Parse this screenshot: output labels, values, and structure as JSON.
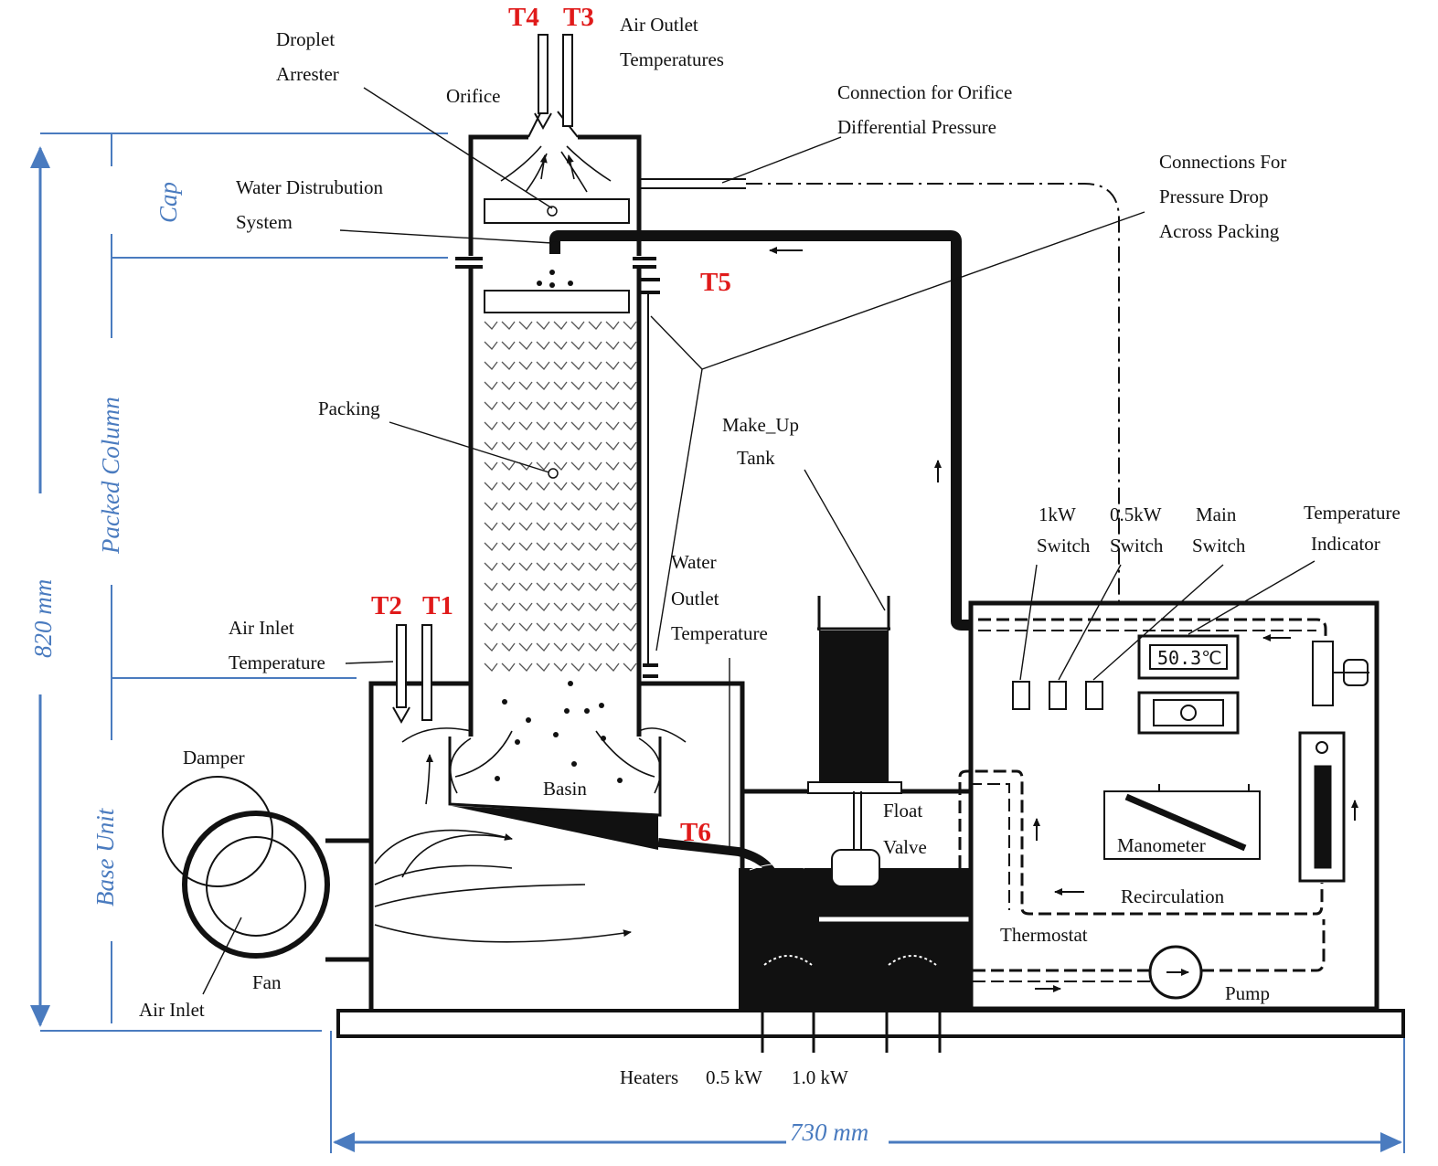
{
  "labels": {
    "t4": "T4",
    "t3": "T3",
    "air_outlet_l1": "Air Outlet",
    "air_outlet_l2": "Temperatures",
    "droplet_l1": "Droplet",
    "droplet_l2": "Arrester",
    "orifice": "Orifice",
    "conn_orifice_l1": "Connection for Orifice",
    "conn_orifice_l2": "Differential Pressure",
    "conn_pd_l1": "Connections For",
    "conn_pd_l2": "Pressure Drop",
    "conn_pd_l3": "Across Packing",
    "water_dist_l1": "Water Distrubution",
    "water_dist_l2": "System",
    "t5": "T5",
    "packing": "Packing",
    "makeup_l1": "Make_Up",
    "makeup_l2": "Tank",
    "sw1_l1": "1kW",
    "sw1_l2": "Switch",
    "sw2_l1": "0.5kW",
    "sw2_l2": "Switch",
    "sw3_l1": "Main",
    "sw3_l2": "Switch",
    "temp_ind_l1": "Temperature",
    "temp_ind_l2": "Indicator",
    "t2": "T2",
    "t1": "T1",
    "air_inlet_temp_l1": "Air Inlet",
    "air_inlet_temp_l2": "Temperature",
    "water_outlet_l1": "Water",
    "water_outlet_l2": "Outlet",
    "water_outlet_l3": "Temperature",
    "damper": "Damper",
    "basin": "Basin",
    "t6": "T6",
    "float_l1": "Float",
    "float_l2": "Valve",
    "manometer": "Manometer",
    "recirculation": "Recirculation",
    "thermostat": "Thermostat",
    "fan": "Fan",
    "air_inlet": "Air Inlet",
    "pump": "Pump",
    "heaters": "Heaters",
    "heater1": "0.5 kW",
    "heater2": "1.0 kW",
    "display_reading": "50.3℃"
  },
  "dimensions": {
    "cap": "Cap",
    "packed_column": "Packed Column",
    "base_unit": "Base Unit",
    "height": "820 mm",
    "width": "730 mm"
  },
  "colors": {
    "tag": "#e01a1a",
    "dimension": "#4a7bbf",
    "ink": "#111111"
  }
}
